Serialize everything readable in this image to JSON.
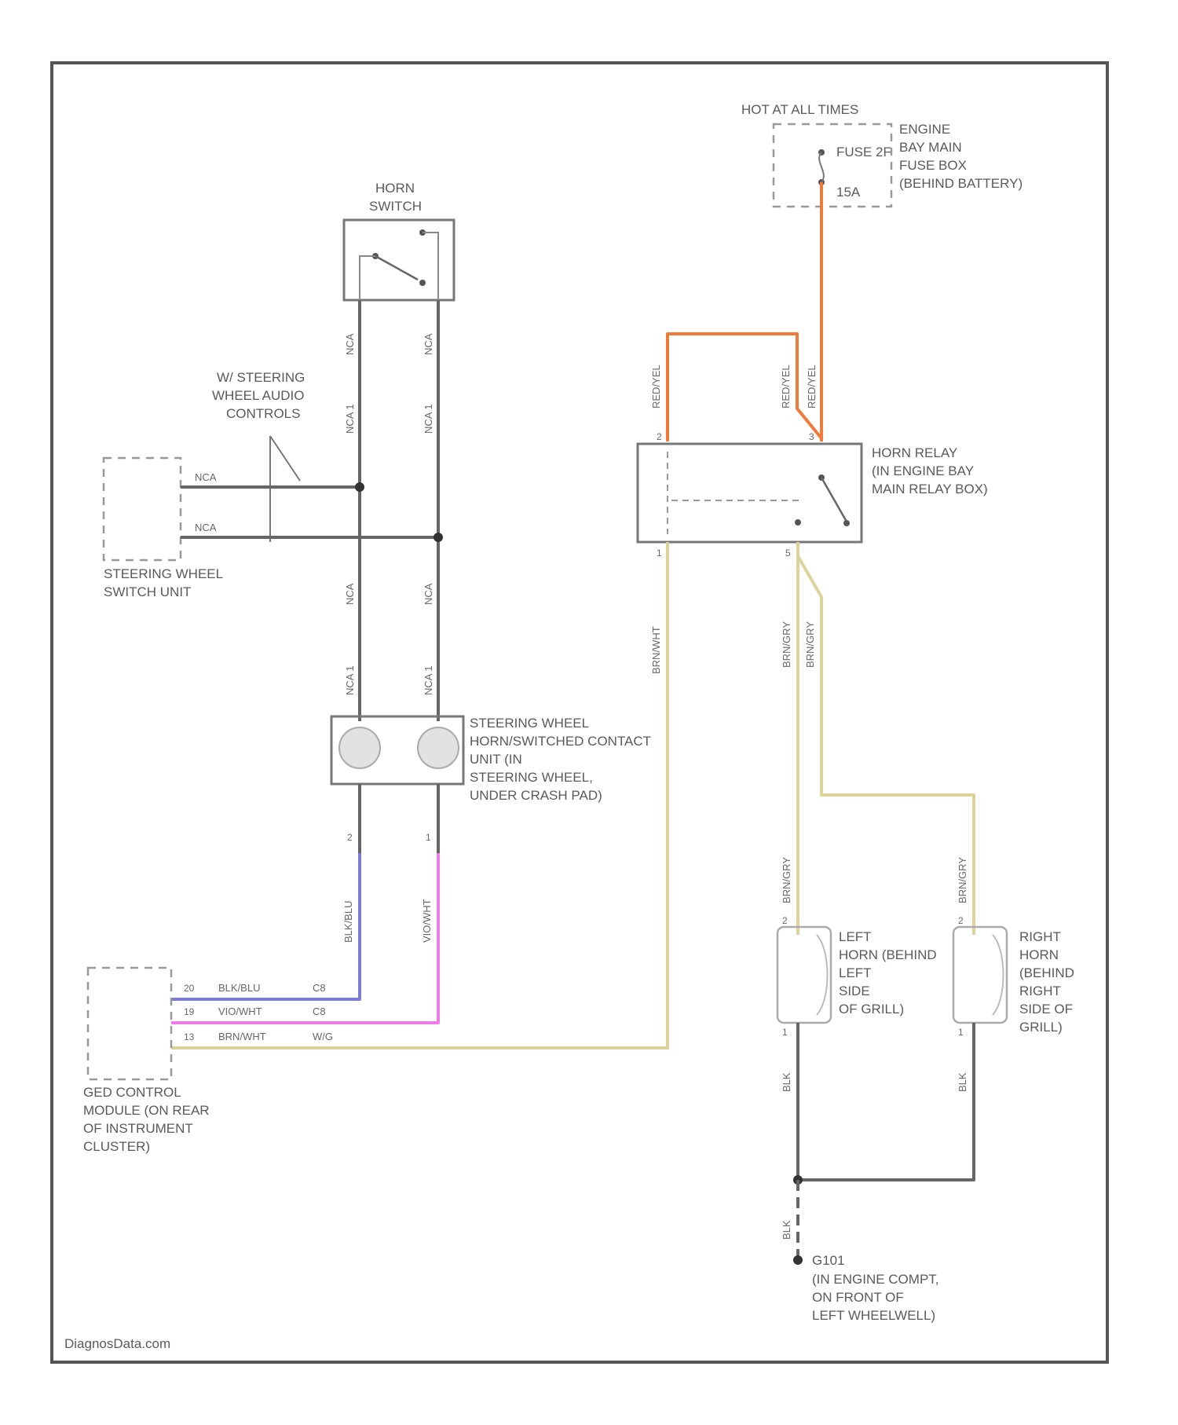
{
  "colors": {
    "frame": "#555555",
    "wire_gray": "#666666",
    "wire_orange": "#f07a3a",
    "wire_tan": "#dcd39a",
    "wire_blue": "#7b7bd0",
    "wire_pink": "#ee7be8",
    "wire_black": "#555555"
  },
  "labels": {
    "hot_at_all_times": "HOT AT ALL TIMES",
    "fuse": "FUSE 2F",
    "fuse_rating": "15A",
    "fuse_box_1": "ENGINE",
    "fuse_box_2": "BAY MAIN",
    "fuse_box_3": "FUSE BOX",
    "fuse_box_4": "(BEHIND BATTERY)",
    "horn_switch_1": "HORN",
    "horn_switch_2": "SWITCH",
    "audio_controls_1": "W/ STEERING",
    "audio_controls_2": "WHEEL AUDIO",
    "audio_controls_3": "CONTROLS",
    "sw_unit_1": "STEERING WHEEL",
    "sw_unit_2": "SWITCH UNIT",
    "relay_1": "HORN RELAY",
    "relay_2": "(IN ENGINE BAY",
    "relay_3": "MAIN RELAY BOX)",
    "contact_1": "STEERING WHEEL",
    "contact_2": "HORN/SWITCHED CONTACT",
    "contact_3": "UNIT (IN",
    "contact_4": "STEERING WHEEL,",
    "contact_5": "UNDER CRASH PAD)",
    "left_horn_1": "LEFT",
    "left_horn_2": "HORN (BEHIND",
    "left_horn_3": "LEFT",
    "left_horn_4": "SIDE",
    "left_horn_5": "OF GRILL)",
    "right_horn_1": "RIGHT",
    "right_horn_2": "HORN",
    "right_horn_3": "(BEHIND",
    "right_horn_4": "RIGHT",
    "right_horn_5": "SIDE OF",
    "right_horn_6": "GRILL)",
    "ged_1": "GED CONTROL",
    "ged_2": "MODULE (ON REAR",
    "ged_3": "OF INSTRUMENT",
    "ged_4": "CLUSTER)",
    "ground_1": "G101",
    "ground_2": "(IN ENGINE COMPT,",
    "ground_3": "ON FRONT OF",
    "ground_4": "LEFT WHEELWELL)",
    "watermark": "DiagnosData.com"
  },
  "wires": {
    "nca": "NCA",
    "nca_1": "NCA 1",
    "red_yel": "RED/YEL",
    "brn_wht": "BRN/WHT",
    "brn_gry": "BRN/GRY",
    "blk_blu": "BLK/BLU",
    "vio_wht": "VIO/WHT",
    "blk": "BLK"
  },
  "connector": {
    "row1": {
      "pin": "20",
      "color": "BLK/BLU",
      "code": "C8"
    },
    "row2": {
      "pin": "19",
      "color": "VIO/WHT",
      "code": "C8"
    },
    "row3": {
      "pin": "13",
      "color": "BRN/WHT",
      "code": "W/G"
    }
  },
  "pins": {
    "relay_top_left": "2",
    "relay_top_right": "3",
    "relay_bot_left": "1",
    "relay_bot_right": "5",
    "horn_top": "2",
    "horn_bot": "1",
    "contact_left": "2",
    "contact_right": "1"
  }
}
